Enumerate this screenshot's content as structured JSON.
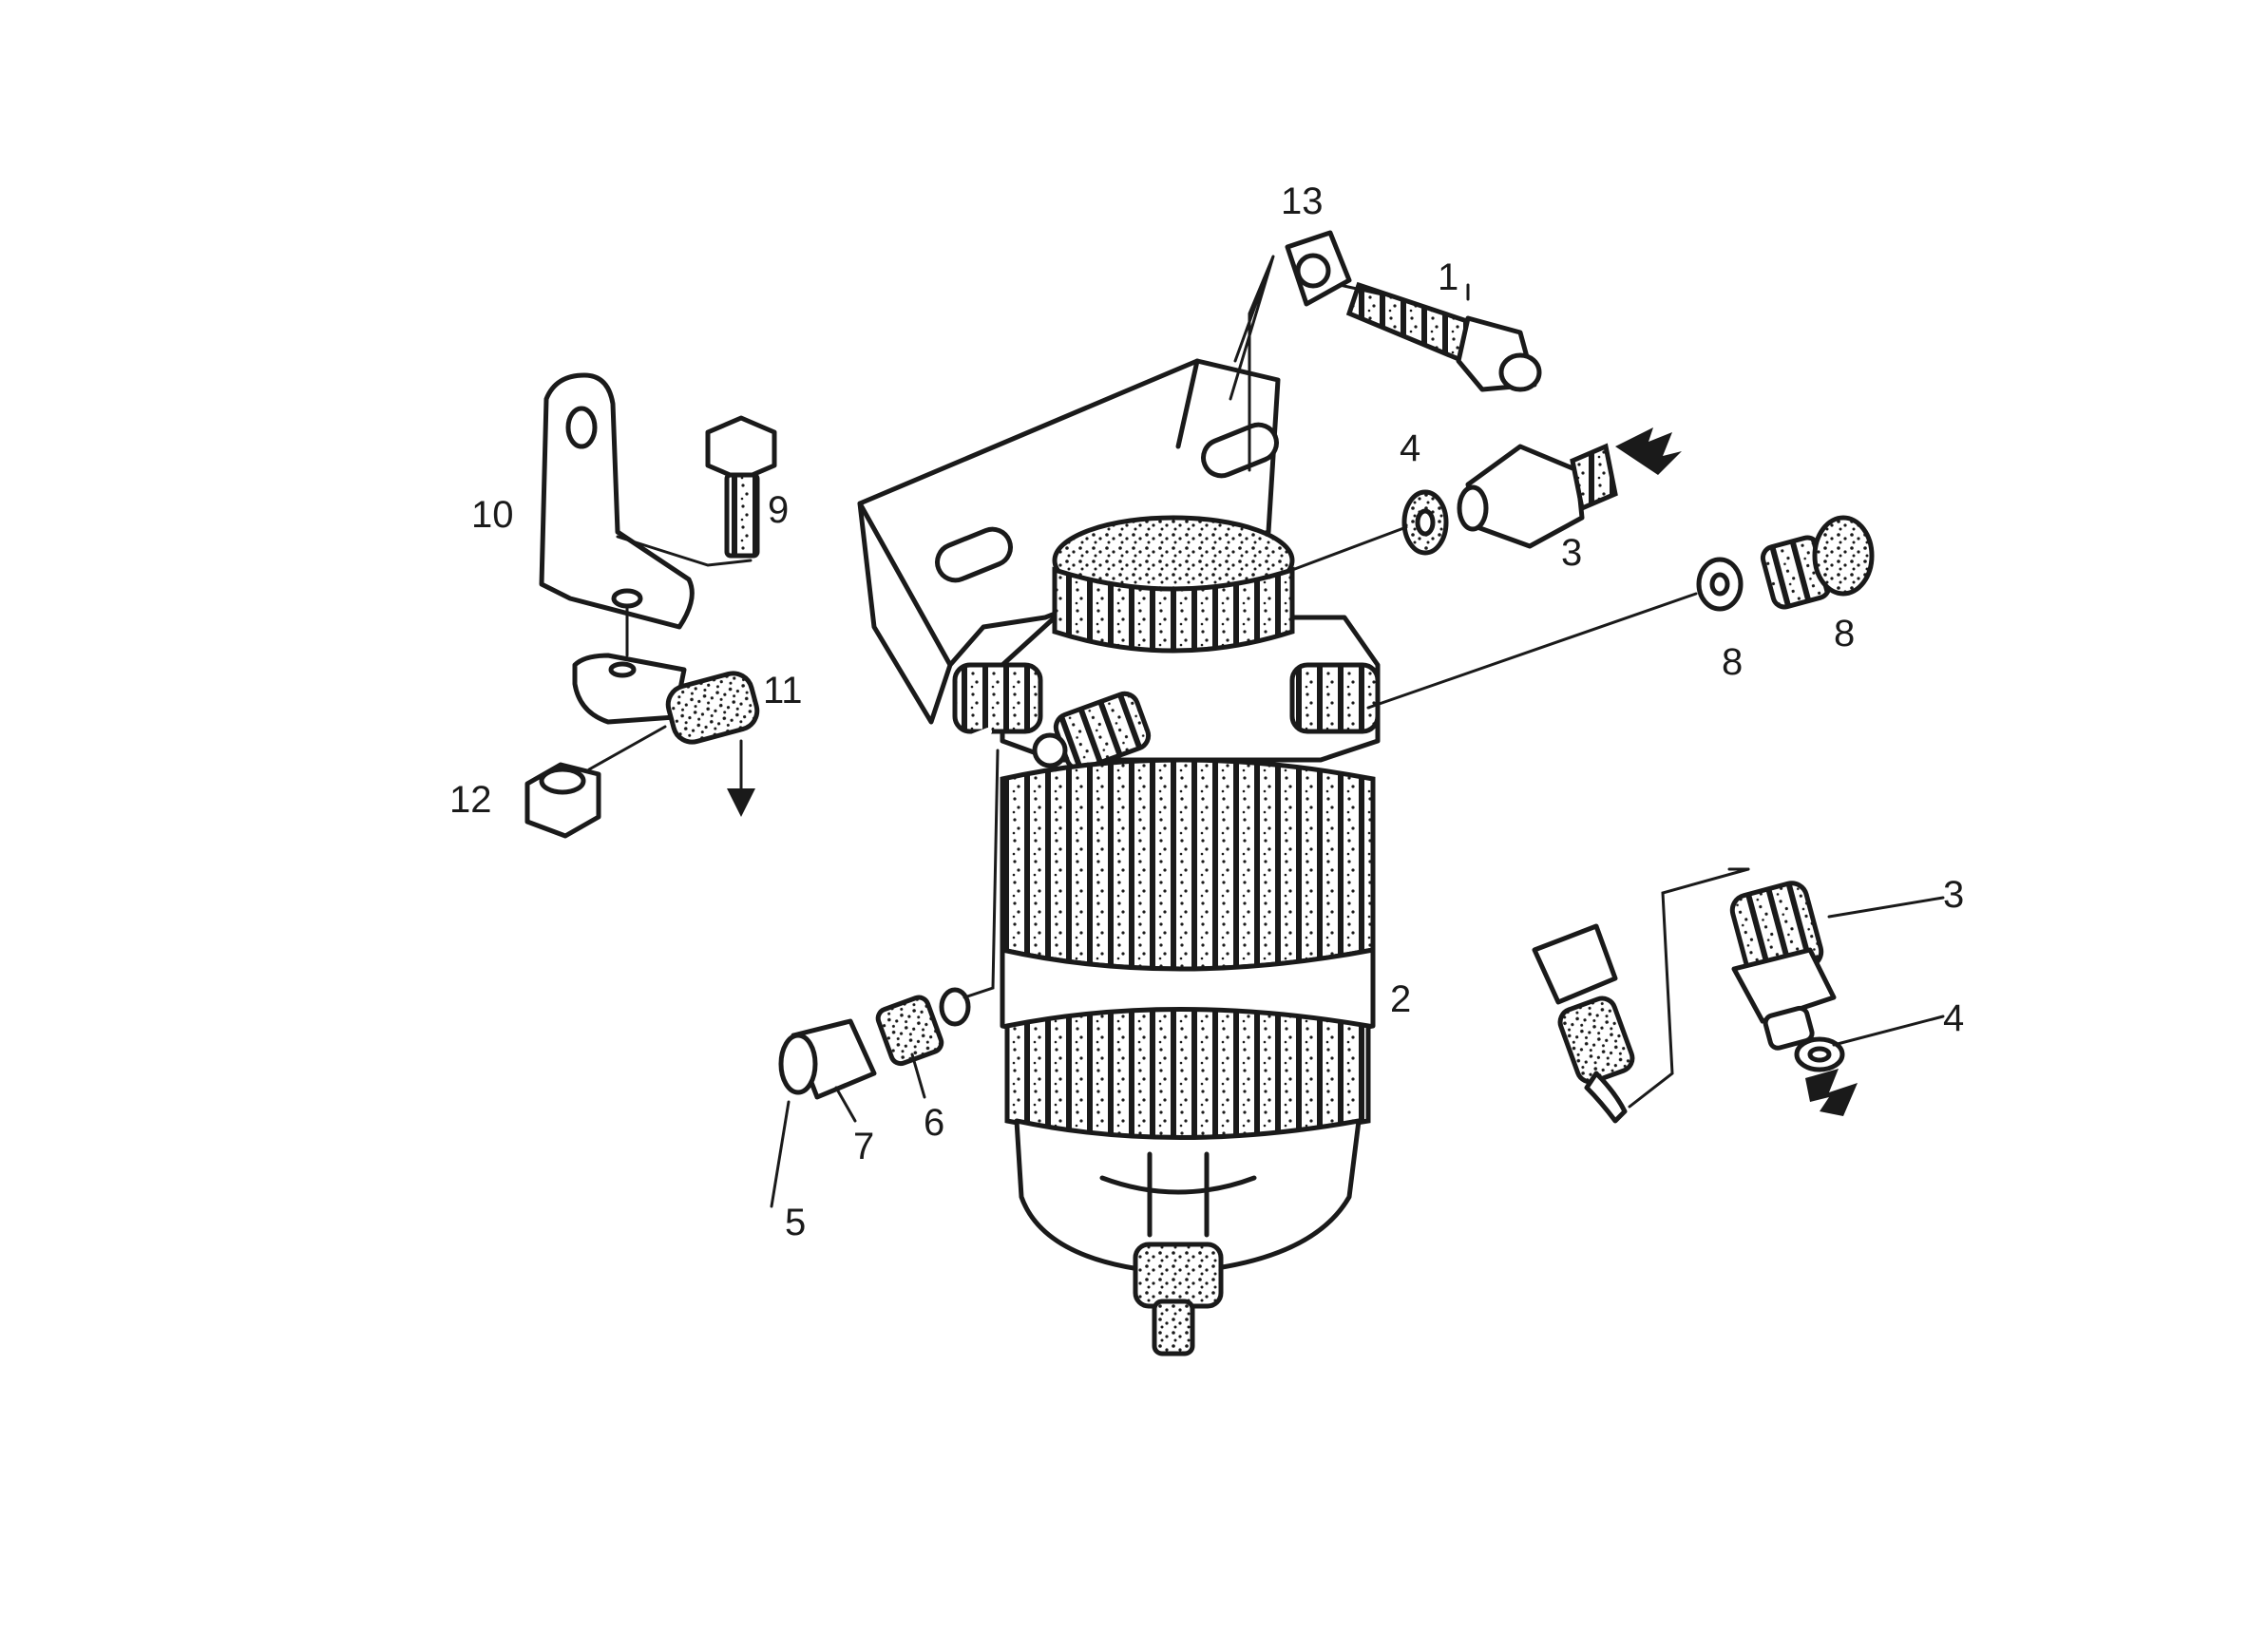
{
  "labels": {
    "bolt": "1",
    "filter_housing": "2",
    "fitting_upper": "3",
    "fitting_lower": "3",
    "washer_upper": "4",
    "washer_lower": "4",
    "fuel_pipe": "5",
    "banjo_screw": "6",
    "pipe_nut": "7",
    "plug_washer": "8",
    "plug": "8",
    "clip_bolt": "9",
    "bracket": "10",
    "pipe_clip": "11",
    "nut": "12",
    "spacer_washer": "13"
  },
  "colors": {
    "ink": "#1a1a1a",
    "paper": "#ffffff"
  }
}
